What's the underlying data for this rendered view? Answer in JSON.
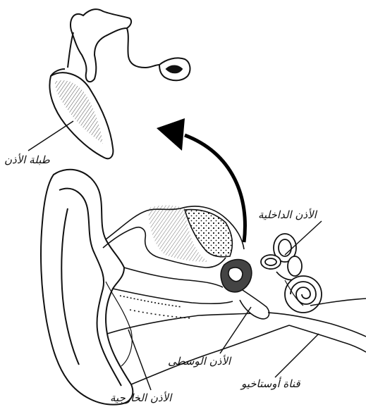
{
  "labels": {
    "eardrum": "طبلة الأذن",
    "inner_ear": "الأذن الداخلية",
    "middle_ear": "الأذن الوسطى",
    "eustachian_tube": "قناة أوستاخيو",
    "outer_ear": "الأذن الخارجية"
  },
  "colors": {
    "ink": "#111111",
    "paper": "#ffffff",
    "shade": "#444444"
  }
}
